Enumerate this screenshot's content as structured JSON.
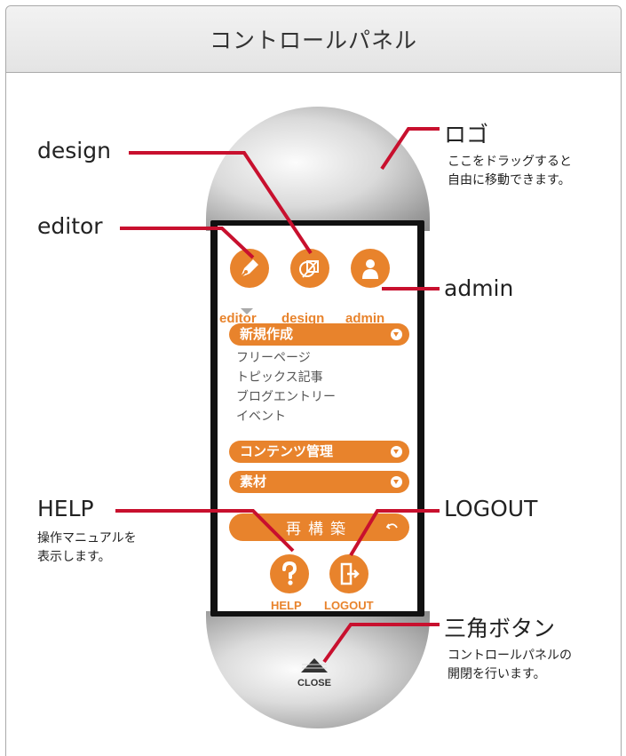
{
  "header": {
    "title": "コントロールパネル"
  },
  "annotations": {
    "logo": {
      "title": "ロゴ",
      "desc": [
        "ここをドラッグすると",
        "自由に移動できます。"
      ]
    },
    "design": {
      "title": "design"
    },
    "editor": {
      "title": "editor"
    },
    "admin": {
      "title": "admin"
    },
    "help": {
      "title": "HELP",
      "desc": [
        "操作マニュアルを",
        "表示します。"
      ]
    },
    "logout": {
      "title": "LOGOUT"
    },
    "triangle": {
      "title": "三角ボタン",
      "desc": [
        "コントロールパネルの",
        "開閉を行います。"
      ]
    }
  },
  "panel": {
    "top_icons": [
      {
        "label": "editor",
        "icon": "pen-icon"
      },
      {
        "label": "design",
        "icon": "design-icon"
      },
      {
        "label": "admin",
        "icon": "user-icon"
      }
    ],
    "menus": [
      {
        "label": "新規作成",
        "items": [
          "フリーページ",
          "トピックス記事",
          "ブログエントリー",
          "イベント"
        ]
      },
      {
        "label": "コンテンツ管理",
        "items": []
      },
      {
        "label": "素材",
        "items": []
      }
    ],
    "rebuild_label": "再構築",
    "bottom_buttons": [
      {
        "label": "HELP",
        "icon": "question-icon"
      },
      {
        "label": "LOGOUT",
        "icon": "logout-door-icon"
      }
    ],
    "close_label": "CLOSE"
  },
  "colors": {
    "accent": "#e8832c",
    "pointer_line": "#c8102e"
  }
}
